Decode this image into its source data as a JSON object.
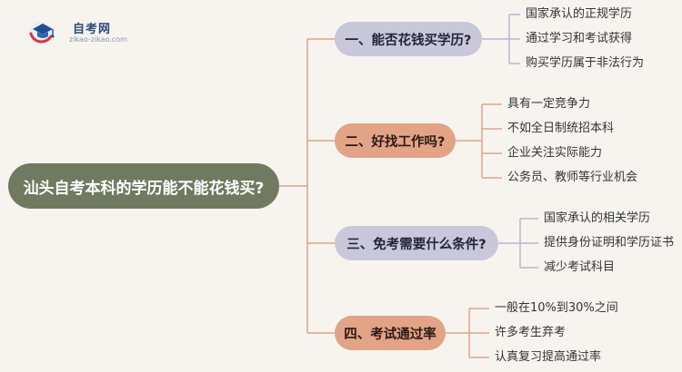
{
  "logo": {
    "title": "自考网",
    "url": "zikao-zikao.com"
  },
  "root": {
    "label": "汕头自考本科的学历能不能花钱买?"
  },
  "branches": [
    {
      "label": "一、能否花钱买学历?",
      "leaves": [
        "国家承认的正规学历",
        "通过学习和考试获得",
        "购买学历属于非法行为"
      ]
    },
    {
      "label": "二、好找工作吗?",
      "leaves": [
        "具有一定竞争力",
        "不如全日制统招本科",
        "企业关注实际能力",
        "公务员、教师等行业机会"
      ]
    },
    {
      "label": "三、免考需要什么条件?",
      "leaves": [
        "国家承认的相关学历",
        "提供身份证明和学历证书",
        "减少考试科目"
      ]
    },
    {
      "label": "四、考试通过率",
      "leaves": [
        "一般在10%到30%之间",
        "许多考生弃考",
        "认真复习提高通过率"
      ]
    }
  ],
  "colors": {
    "background": "#f7f4ef",
    "root_fill": "#707a60",
    "branch_lavender": "#c8c8da",
    "branch_peach": "#e2a387",
    "connector_root": "#d9a48c",
    "connector_lavender": "#b7b7cf",
    "connector_peach": "#e2a387"
  }
}
